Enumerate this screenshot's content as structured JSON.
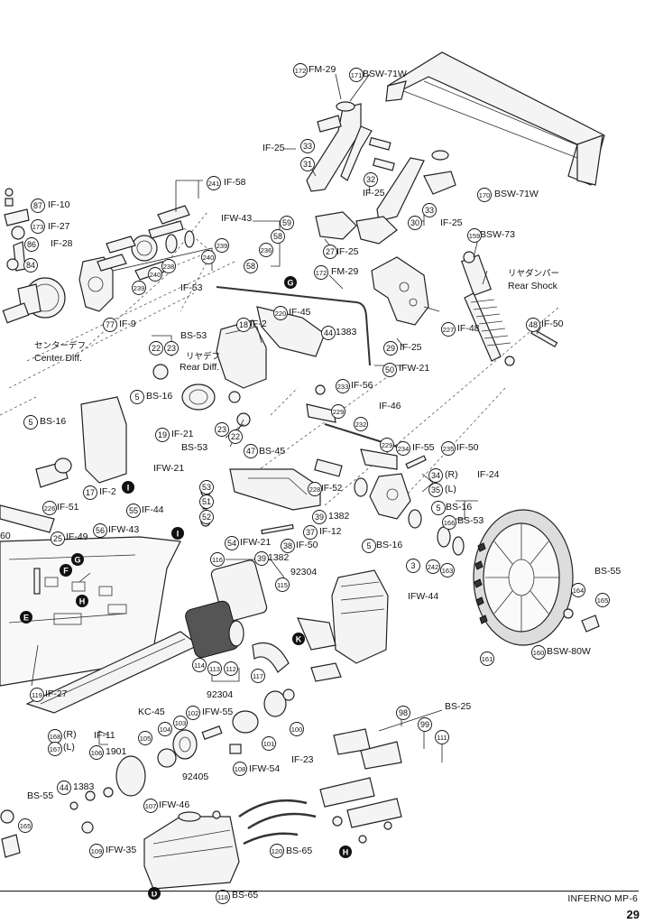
{
  "footer": {
    "model": "INFERNO MP-6",
    "page_number": "29"
  },
  "labels": {
    "fm29_top": "FM-29",
    "bsw71w_top": "BSW-71W",
    "if25_a": "IF-25",
    "if25_b": "IF-25",
    "bsw71w_wing": "BSW-71W",
    "if25_c": "IF-25",
    "if58": "IF-58",
    "if10": "IF-10",
    "if27_top": "IF-27",
    "if28": "IF-28",
    "ifw43_top": "IFW-43",
    "if25_d": "IF-25",
    "bsw73": "BSW-73",
    "fm29_mid": "FM-29",
    "jp_rear_shock": "リヤダンパー",
    "rear_shock": "Rear Shock",
    "if53": "IF-53",
    "if9": "IF-9",
    "if48": "IF-48",
    "if45": "IF-45",
    "if2_top": "IF-2",
    "n1383_top": "1383",
    "if50_right": "IF-50",
    "bs53_top": "BS-53",
    "jp_rear_diff": "リヤデフ",
    "rear_diff": "Rear Diff.",
    "jp_center_diff": "センターデフ",
    "center_diff": "Center Diff.",
    "if25_e": "IF-25",
    "ifw21_right": "IFW-21",
    "if56": "IF-56",
    "bs16_mid": "BS-16",
    "bs16_left": "BS-16",
    "if46": "IF-46",
    "if21": "IF-21",
    "bs53_mid": "BS-53",
    "bs45": "BS-45",
    "if55": "IF-55",
    "if50_mid": "IF-50",
    "if2_left": "IF-2",
    "ifw21_mid": "IFW-21",
    "if24": "IF-24",
    "r_if24": "(R)",
    "l_if24": "(L)",
    "if52": "IF-52",
    "bs16_right": "BS-16",
    "if51": "IF-51",
    "if44": "IF-44",
    "n1382_a": "1382",
    "bs53_right": "BS-53",
    "if12": "IF-12",
    "if49": "IF-49",
    "ifw43_mid": "IFW-43",
    "ifw21_low": "IFW-21",
    "n1382_b": "1382",
    "if50_low": "IF-50",
    "bs16_low": "BS-16",
    "n92304_a": "92304",
    "ifw44": "IFW-44",
    "bs55_right": "BS-55",
    "if27_low": "IF-27",
    "n92304_b": "92304",
    "bsw80w": "BSW-80W",
    "bs25": "BS-25",
    "if11": "IF-11",
    "r_if11": "(R)",
    "l_if11": "(L)",
    "kc45": "KC-45",
    "ifw55": "IFW-55",
    "n1901": "1901",
    "n92405": "92405",
    "if23": "IF-23",
    "ifw54": "IFW-54",
    "bs55_left": "BS-55",
    "n1383_low": "1383",
    "ifw46": "IFW-46",
    "ifw35": "IFW-35",
    "bs65_right": "BS-65",
    "bs65_bottom": "BS-65",
    "n60_cut": "60"
  },
  "callouts": {
    "c172a": "172",
    "c171": "171",
    "c33a": "33",
    "c31": "31",
    "c32": "32",
    "c170": "170",
    "c241": "241",
    "c87": "87",
    "c173": "173",
    "c86": "86",
    "c84": "84",
    "c59": "59",
    "c58a": "58",
    "c236": "236",
    "c58b": "58",
    "c27": "27",
    "c30": "30",
    "c33b": "33",
    "c159": "159",
    "c172b": "172",
    "c239a": "239",
    "c240a": "240",
    "c238": "238",
    "c240b": "240",
    "c239b": "239",
    "c77": "77",
    "c227": "227",
    "c220": "220",
    "c44a": "44",
    "c18": "18",
    "c22a": "22",
    "c23a": "23",
    "c29": "29",
    "c48": "48",
    "c50": "50",
    "c233": "233",
    "c5a": "5",
    "c229a": "229",
    "c232": "232",
    "c5b": "5",
    "c19": "19",
    "c23b": "23",
    "c22b": "22",
    "c47": "47",
    "c229b": "229",
    "c234": "234",
    "c235": "235",
    "c17": "17",
    "c53": "53",
    "c51": "51",
    "c52": "52",
    "c34": "34",
    "c35": "35",
    "c228": "228",
    "c226": "226",
    "c55": "55",
    "c39a": "39",
    "c37": "37",
    "c5c": "5",
    "c166": "166",
    "c25": "25",
    "c56": "56",
    "c54": "54",
    "c39b": "39",
    "c38": "38",
    "c5d": "5",
    "c3": "3",
    "c242": "242",
    "c163": "163",
    "c116": "116",
    "c115": "115",
    "c164": "164",
    "c165a": "165",
    "c114": "114",
    "c113": "113",
    "c112": "112",
    "c117": "117",
    "c161": "161",
    "c160": "160",
    "c119": "119",
    "c98": "98",
    "c99": "99",
    "c102": "102",
    "c103": "103",
    "c104": "104",
    "c105": "105",
    "c100": "100",
    "c101": "101",
    "c111": "111",
    "c168": "168",
    "c167": "167",
    "c106": "106",
    "c108": "108",
    "c107": "107",
    "c44b": "44",
    "c109": "109",
    "c165b": "165",
    "c120": "120",
    "c118": "118"
  },
  "markers": {
    "mG1": "G",
    "mF": "F",
    "mG2": "G",
    "mH1": "H",
    "mE": "E",
    "mK": "K",
    "mH2": "H",
    "mD": "D",
    "mI1": "I",
    "mI2": "I"
  }
}
